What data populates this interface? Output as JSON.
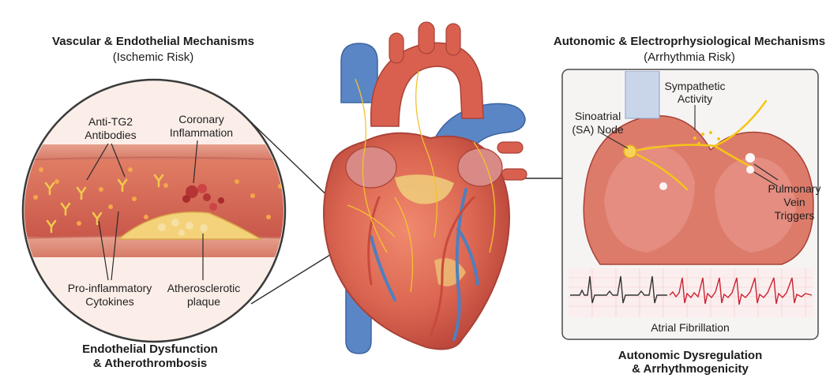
{
  "left_panel": {
    "title": "Vascular & Endothelial Mechanisms",
    "subtitle": "(Ischemic Risk)",
    "labels": {
      "anti_tg2_1": "Anti-TG2",
      "anti_tg2_2": "Antibodies",
      "coronary_1": "Coronary",
      "coronary_2": "Inflammation",
      "cytokines_1": "Pro-inflammatory",
      "cytokines_2": "Cytokines",
      "plaque_1": "Atherosclerotic",
      "plaque_2": "plaque"
    },
    "footer_1": "Endothelial Dysfunction",
    "footer_2": "& Atherothrombosis"
  },
  "right_panel": {
    "title": "Autonomic & Electroprhysiological Mechanisms",
    "subtitle": "(Arrhythmia Risk)",
    "labels": {
      "sympathetic_1": "Sympathetic",
      "sympathetic_2": "Activity",
      "sa_1": "Sinoatrial",
      "sa_2": "(SA) Node",
      "pv_1": "Pulmonary",
      "pv_2": "Vein",
      "pv_3": "Triggers",
      "af": "Atrial Fibrillation"
    },
    "footer_1": "Autonomic Dysregulation",
    "footer_2": "& Arrhythmogenicity"
  },
  "colors": {
    "heart": "#d9604e",
    "vessel_blue": "#4f7fc0",
    "nerve": "#f2c230",
    "plaque": "#f3d27a",
    "ecg_normal": "#333333",
    "ecg_af": "#cc2233"
  }
}
